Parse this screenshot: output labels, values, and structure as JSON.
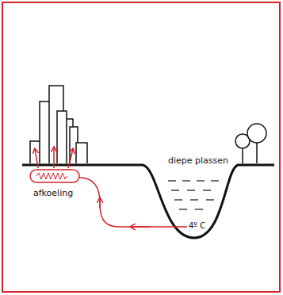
{
  "diagram": {
    "labels": [
      "afkoeling",
      "diepe plassen",
      "4º C"
    ]
  }
}
